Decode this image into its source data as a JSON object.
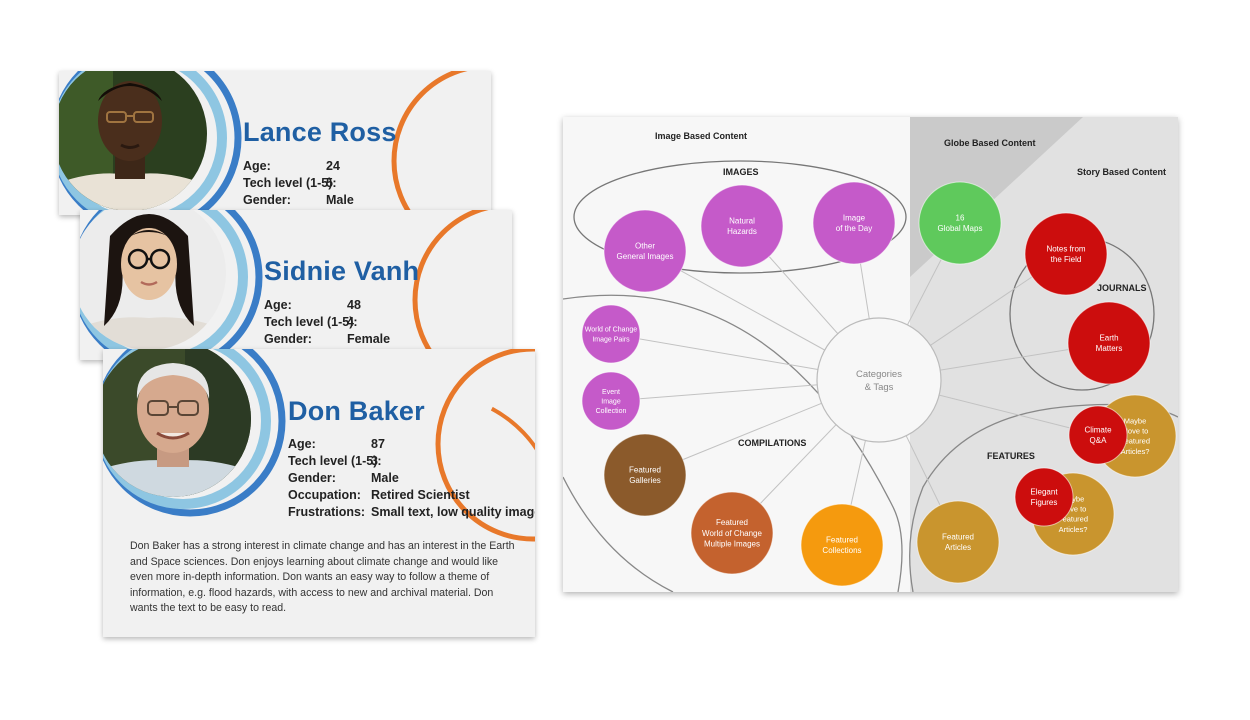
{
  "personas": [
    {
      "name": "Lance Ross",
      "fields": [
        {
          "label": "Age:",
          "value": "24"
        },
        {
          "label": "Tech level (1-5):",
          "value": "5"
        },
        {
          "label": "Gender:",
          "value": "Male"
        }
      ]
    },
    {
      "name": "Sidnie Vanh",
      "fields": [
        {
          "label": "Age:",
          "value": "48"
        },
        {
          "label": "Tech level (1-5):",
          "value": "4"
        },
        {
          "label": "Gender:",
          "value": "Female"
        }
      ]
    },
    {
      "name": "Don Baker",
      "fields": [
        {
          "label": "Age:",
          "value": "87"
        },
        {
          "label": "Tech level (1-5):",
          "value": "3"
        },
        {
          "label": "Gender:",
          "value": "Male"
        },
        {
          "label": "Occupation:",
          "value": "Retired Scientist"
        },
        {
          "label": "Frustrations:",
          "value": "Small text, low quality images"
        }
      ],
      "bio": "Don Baker has a strong interest in climate change and has an interest in the Earth and Space sciences. Don enjoys learning about climate change and would like even more in-depth information. Don wants an easy way to follow a theme of information, e.g. flood hazards, with access to new and archival material. Don wants the text to be easy to read."
    }
  ],
  "diagram": {
    "sections": {
      "image_based": "Image Based Content",
      "globe_based": "Globe Based Content",
      "story_based": "Story Based Content"
    },
    "groups": {
      "images": "IMAGES",
      "compilations": "COMPILATIONS",
      "journals": "JOURNALS",
      "features": "FEATURES"
    },
    "center": [
      "Categories",
      "& Tags"
    ],
    "nodes": {
      "other_general": [
        "Other",
        "General Images"
      ],
      "natural_hazards": [
        "Natural",
        "Hazards"
      ],
      "image_of_day": [
        "Image",
        "of the Day"
      ],
      "global_maps": [
        "16",
        "Global Maps"
      ],
      "notes_field": [
        "Notes from",
        "the Field"
      ],
      "earth_matters": [
        "Earth",
        "Matters"
      ],
      "woc_pairs": [
        "World of Change",
        "Image Pairs"
      ],
      "event_collection": [
        "Event",
        "Image",
        "Collection"
      ],
      "featured_galleries": [
        "Featured",
        "Galleries"
      ],
      "woc_multiple": [
        "Featured",
        "World of Change",
        "Multiple Images"
      ],
      "featured_collections": [
        "Featured",
        "Collections"
      ],
      "climate_qa": [
        "Climate",
        "Q&A"
      ],
      "maybe_1": [
        "Maybe",
        "Move to",
        "Featured",
        "Articles?"
      ],
      "elegant_figures": [
        "Elegant",
        "Figures"
      ],
      "maybe_2": [
        "Maybe",
        "Move to",
        "Featured",
        "Articles?"
      ],
      "featured_articles": [
        "Featured",
        "Articles"
      ]
    },
    "colors": {
      "purple": "#c55ac9",
      "green": "#5fc95c",
      "red": "#cc0d0d",
      "brown": "#8b5a2b",
      "rust": "#c4622e",
      "orange": "#f59a0e",
      "gold": "#c9952e"
    }
  }
}
